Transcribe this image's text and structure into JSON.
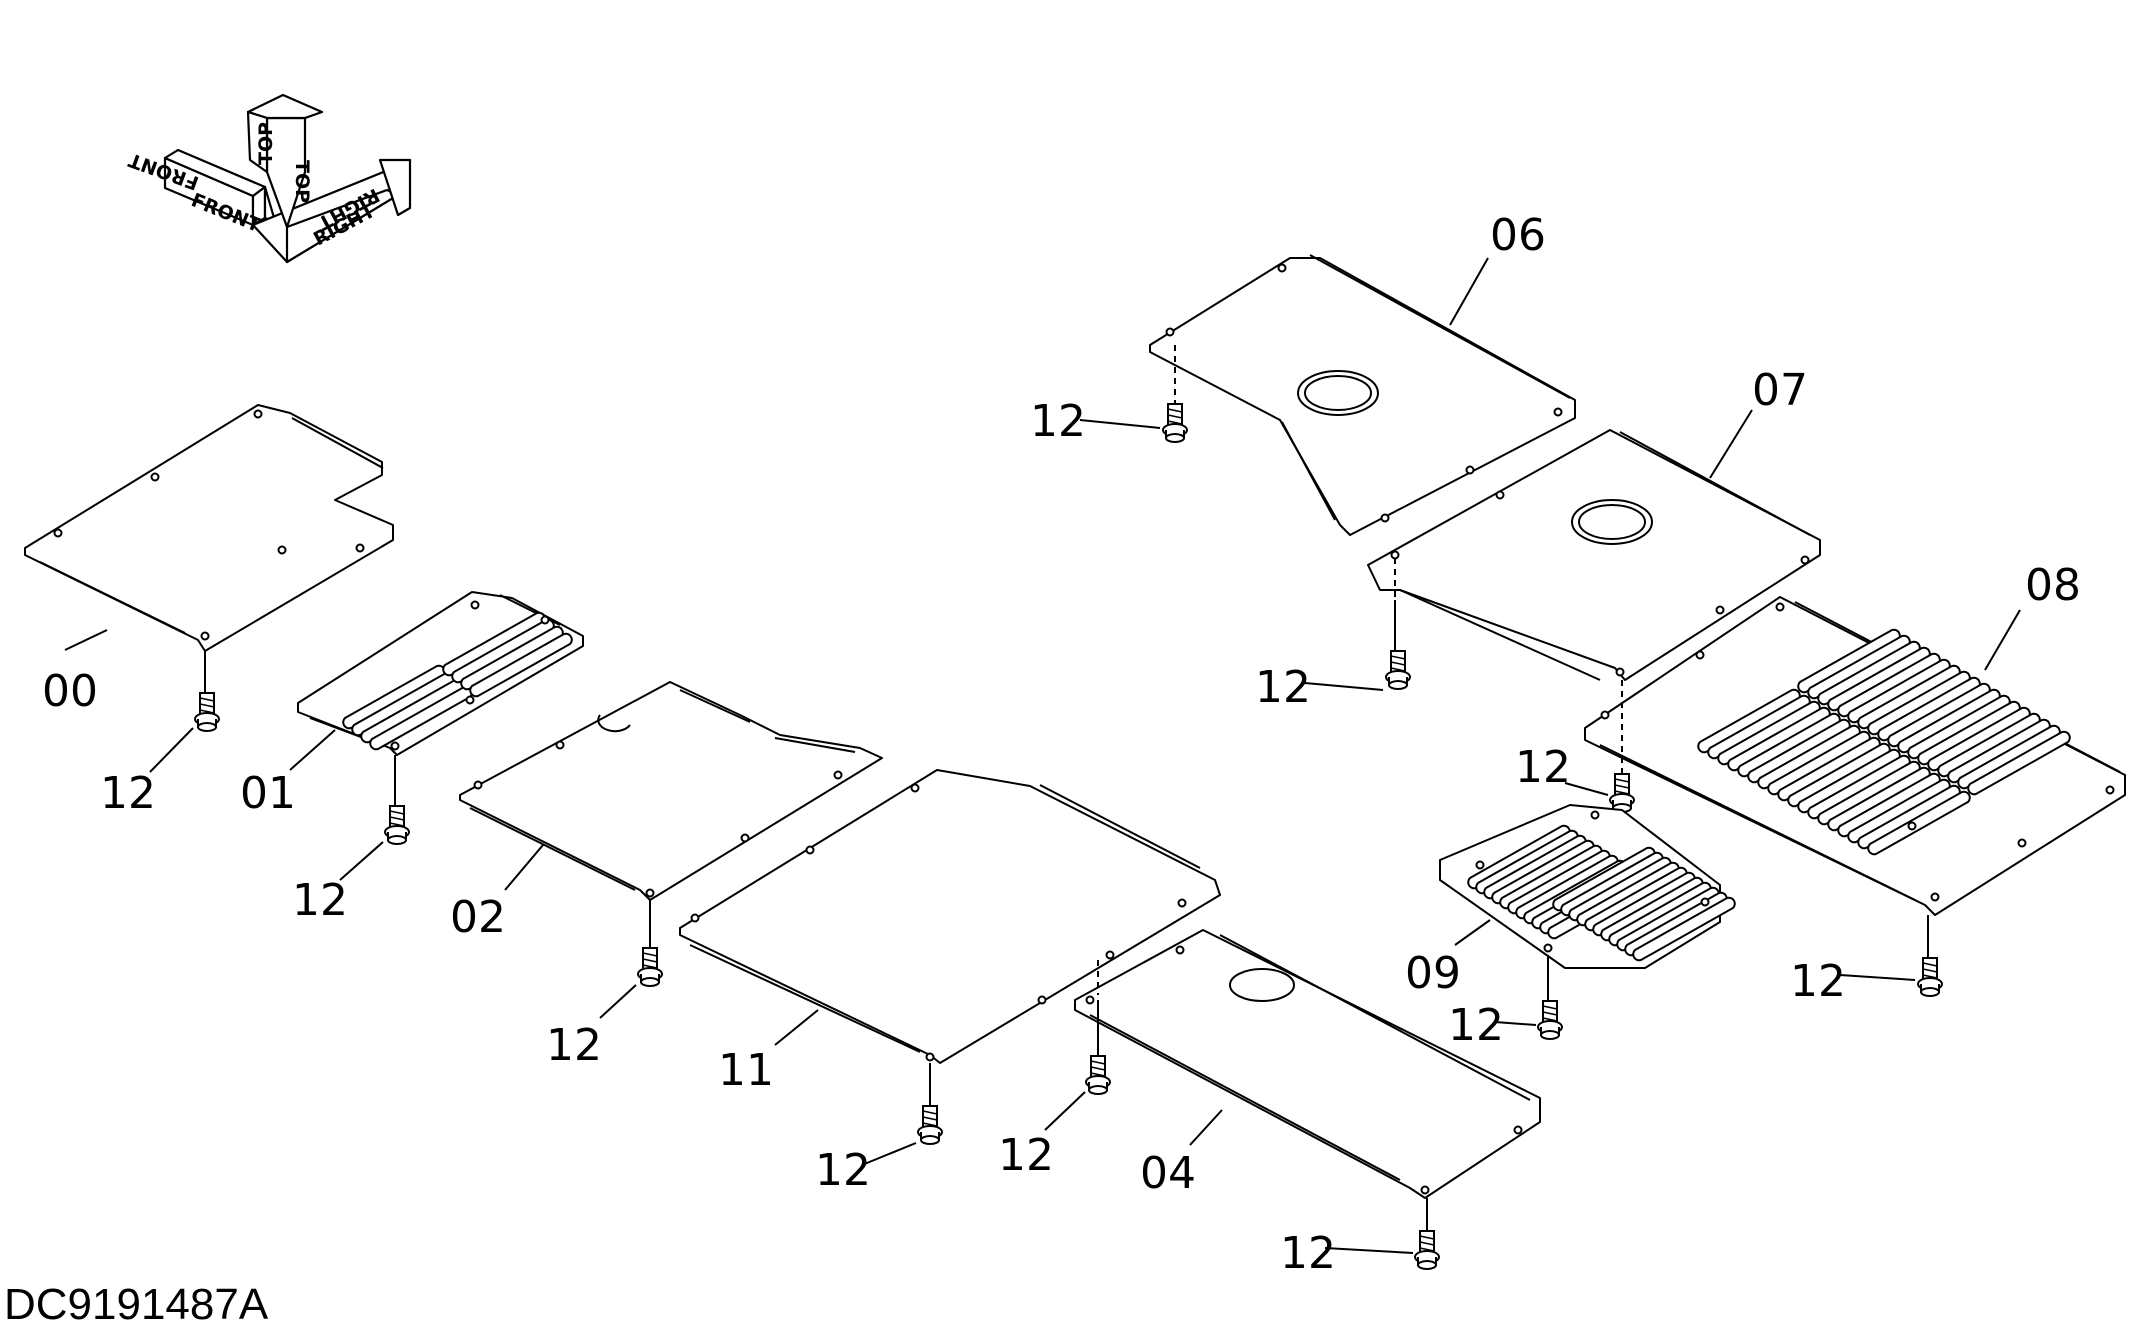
{
  "orientation": {
    "front": "FRONT",
    "top": "TOP",
    "right": "RIGHT"
  },
  "part_labels": {
    "p00": "00",
    "p01": "01",
    "p02": "02",
    "p11": "11",
    "p04": "04",
    "p06": "06",
    "p07": "07",
    "p08": "08",
    "p09": "09",
    "bolt": "12"
  },
  "drawing_number": "DC9191487A"
}
